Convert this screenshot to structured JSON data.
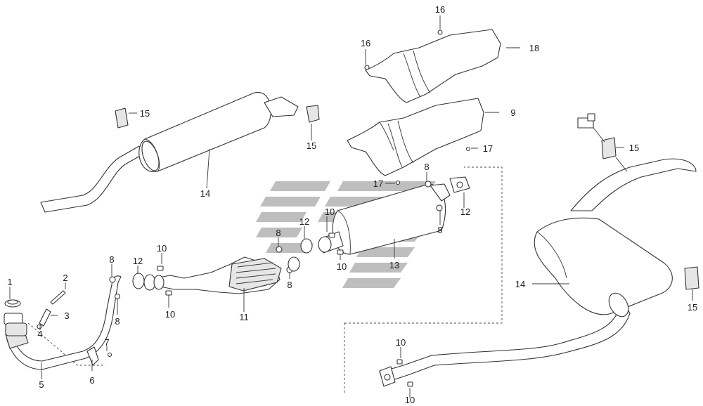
{
  "callouts": {
    "p1": "1",
    "p2": "2",
    "p3": "3",
    "p4": "4",
    "p5": "5",
    "p6": "6",
    "p7": "7",
    "p8a": "8",
    "p8b": "8",
    "p8c": "8",
    "p8d": "8",
    "p8e": "8",
    "p8f": "8",
    "p9": "9",
    "p10a": "10",
    "p10b": "10",
    "p10c": "10",
    "p10d": "10",
    "p10e": "10",
    "p10f": "10",
    "p11": "11",
    "p12a": "12",
    "p12b": "12",
    "p12c": "12",
    "p13": "13",
    "p14a": "14",
    "p14b": "14",
    "p15a": "15",
    "p15b": "15",
    "p15c": "15",
    "p15d": "15",
    "p16a": "16",
    "p16b": "16",
    "p17a": "17",
    "p17b": "17",
    "p18": "18"
  },
  "colors": {
    "line": "#333333",
    "watermark": "#888888"
  },
  "watermark_icon": "logo-watermark"
}
